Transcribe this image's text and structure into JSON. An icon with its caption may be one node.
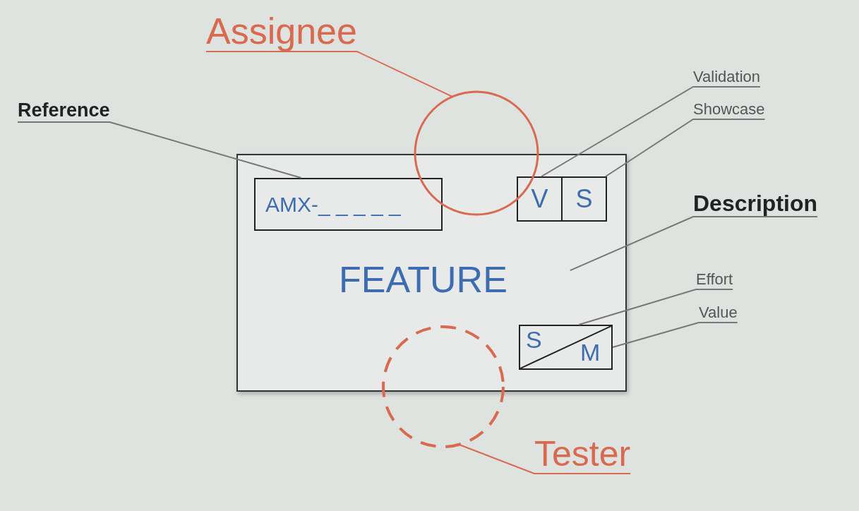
{
  "diagram": {
    "nodes": [
      {
        "text": [
          "FEATURE"
        ]
      },
      {
        "text": [
          "AMX-_ _ _ _ _"
        ],
        "in": 0
      },
      {
        "text": [
          "V"
        ],
        "in": 0
      },
      {
        "text": [
          "S"
        ],
        "in": 0
      },
      {
        "text": [
          "S",
          "M"
        ],
        "in": 0
      },
      {
        "text": [],
        "shape": "circle"
      },
      {
        "text": [],
        "shape": "circle"
      },
      {
        "text": [
          "Reference"
        ]
      },
      {
        "text": [
          "Assignee"
        ]
      },
      {
        "text": [
          "Validation"
        ]
      },
      {
        "text": [
          "Showcase"
        ]
      },
      {
        "text": [
          "Description"
        ]
      },
      {
        "text": [
          "Effort"
        ]
      },
      {
        "text": [
          "Value"
        ]
      },
      {
        "text": [
          "Tester"
        ]
      }
    ],
    "edges": [
      {
        "from": 7,
        "to": 1,
        "arrow": "none"
      },
      {
        "from": 8,
        "to": 5,
        "arrow": "none",
        "color": "#d9694f"
      },
      {
        "from": 9,
        "to": 2,
        "arrow": "none"
      },
      {
        "from": 10,
        "to": 3,
        "arrow": "none"
      },
      {
        "from": 11,
        "to": 0,
        "arrow": "none"
      },
      {
        "from": 12,
        "to": 4,
        "arrow": "none"
      },
      {
        "from": 13,
        "to": 4,
        "arrow": "none"
      },
      {
        "from": 14,
        "to": 6,
        "arrow": "none",
        "color": "#d9694f"
      }
    ]
  }
}
